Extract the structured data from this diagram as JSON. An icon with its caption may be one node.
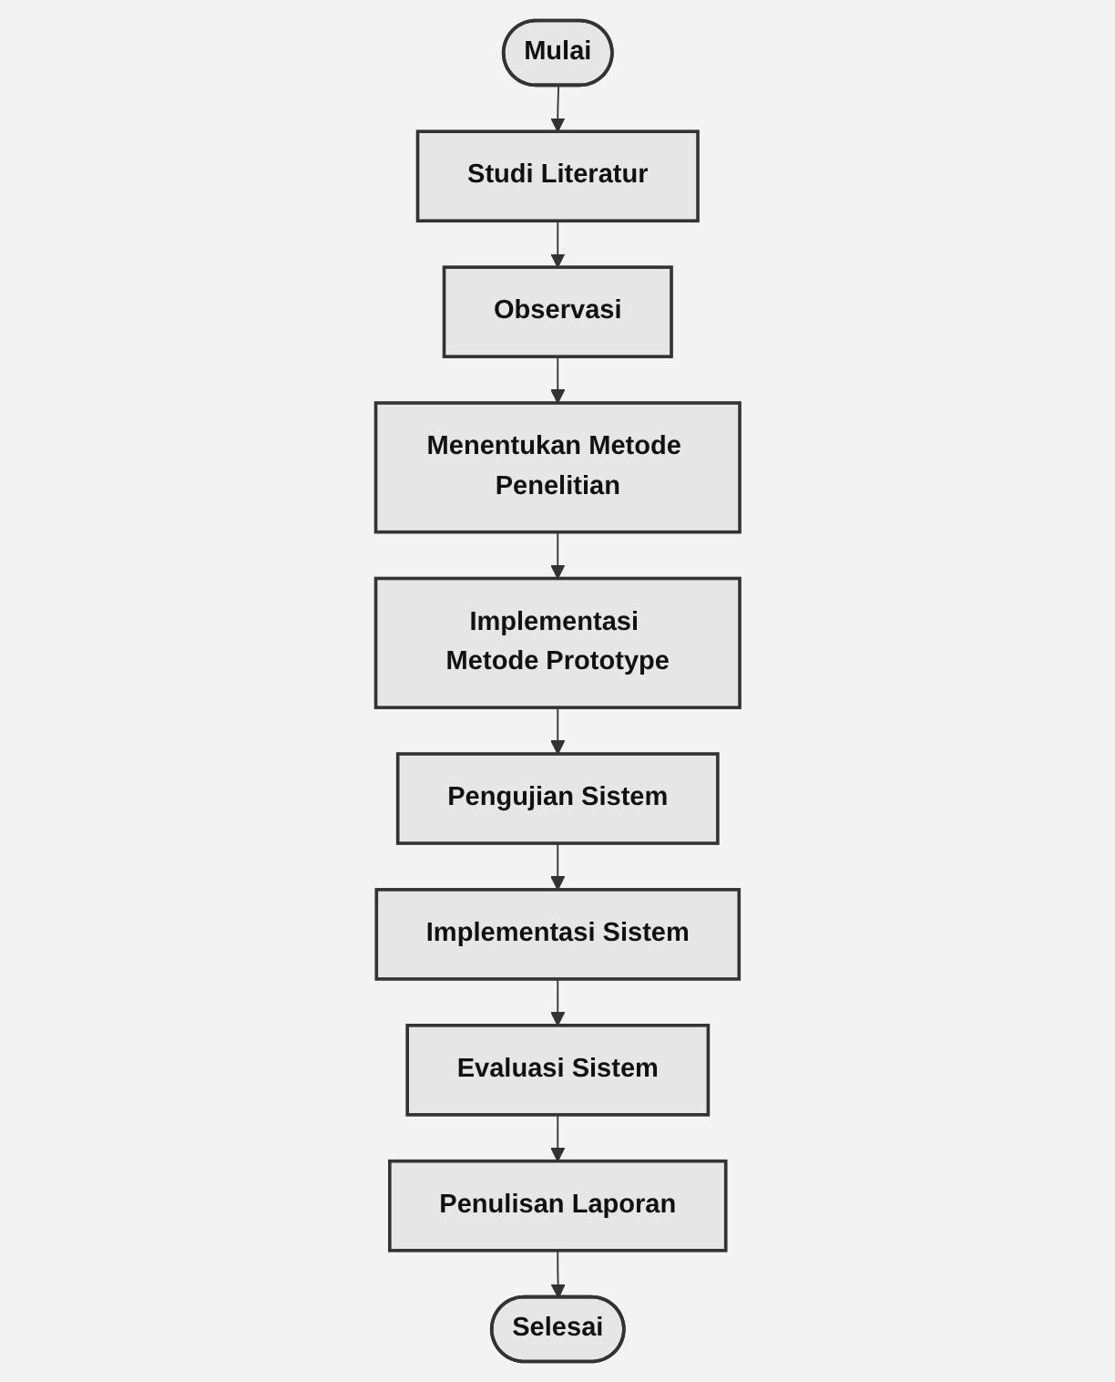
{
  "diagram": {
    "nodes": [
      {
        "text": [
          "Mulai"
        ]
      },
      {
        "text": [
          "Studi Literatur"
        ]
      },
      {
        "text": [
          "Observasi"
        ]
      },
      {
        "text": [
          "Menentukan Metode Penelitian"
        ]
      },
      {
        "text": [
          "Implementasi Metode Prototype"
        ]
      },
      {
        "text": [
          "Pengujian Sistem"
        ]
      },
      {
        "text": [
          "Implementasi Sistem"
        ]
      },
      {
        "text": [
          "Evaluasi Sistem"
        ]
      },
      {
        "text": [
          "Penulisan Laporan"
        ]
      },
      {
        "text": [
          "Selesai"
        ]
      }
    ],
    "edges": [
      {
        "from": 0,
        "to": 1,
        "arrow": "to"
      },
      {
        "from": 1,
        "to": 2,
        "arrow": "to"
      },
      {
        "from": 2,
        "to": 3,
        "arrow": "to"
      },
      {
        "from": 3,
        "to": 4,
        "arrow": "to"
      },
      {
        "from": 4,
        "to": 5,
        "arrow": "to"
      },
      {
        "from": 5,
        "to": 6,
        "arrow": "to"
      },
      {
        "from": 6,
        "to": 7,
        "arrow": "to"
      },
      {
        "from": 7,
        "to": 8,
        "arrow": "to"
      },
      {
        "from": 8,
        "to": 9,
        "arrow": "to"
      }
    ]
  }
}
